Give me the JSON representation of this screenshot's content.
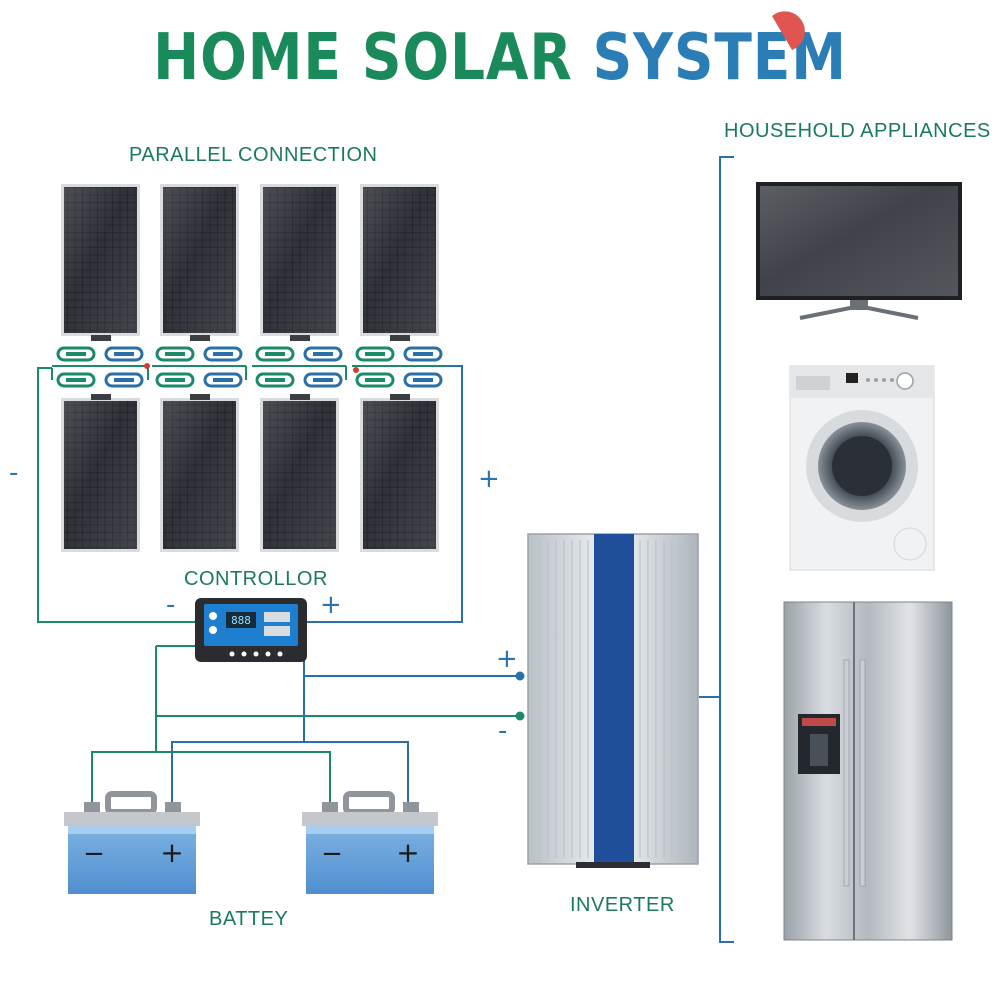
{
  "title": {
    "word1": "HOME",
    "word2": "SOLAR",
    "word3": "SYSTEM"
  },
  "labels": {
    "parallel": "PARALLEL CONNECTION",
    "appliances": "HOUSEHOLD APPLIANCES",
    "controller": "CONTROLLOR",
    "battery": "BATTEY",
    "inverter": "INVERTER"
  },
  "signs": {
    "minus": "-",
    "plus": "+"
  },
  "battery_terminals": {
    "minus": "−",
    "plus": "+"
  },
  "controller_display": "888",
  "colors": {
    "title_green": "#1b8a5a",
    "title_blue": "#2a7db5",
    "wire_green": "#1b8a6a",
    "wire_blue": "#2a70a8",
    "inverter_blue": "#1f4f9a"
  }
}
